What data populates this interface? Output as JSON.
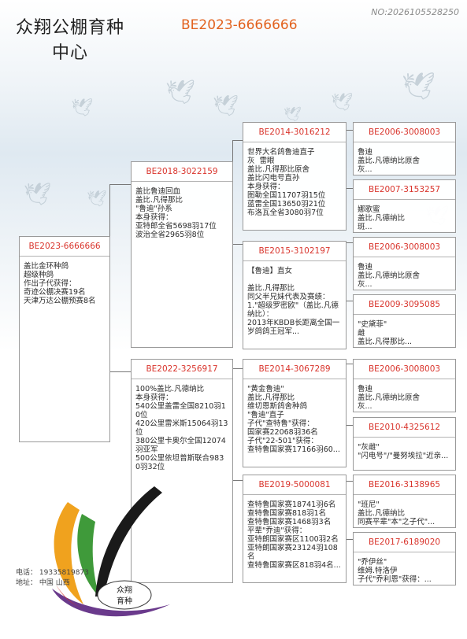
{
  "header": {
    "loft_name_line1": "众翔公棚育种",
    "loft_name_line2": "中心",
    "subject_ring": "BE2023-6666666",
    "serial_no": "NO:2026105528250"
  },
  "pedigree": {
    "subject": {
      "ring": "BE2023-6666666",
      "text": "盖比金环种鸽\n超级种鸽\n作出子代获得：\n奇迹公棚决赛19名\n天津万达公棚预赛8名"
    },
    "sire": {
      "ring": "BE2018-3022159",
      "text": "盖比鲁迪回血\n盖比.凡得那比\n\"鲁迪\"孙系\n本身获得：\n亚特郎全省5698羽17位\n波治全省2965羽8位"
    },
    "dam": {
      "ring": "BE2022-3256917",
      "text": "100%盖比.凡德纳比\n本身获得：\n540公里盖雷全国8210羽10位\n420公里雷米斯15064羽13位\n380公里卡奥尔全国12074羽亚军\n500公里依坦普斯联合9830羽32位"
    },
    "sire_sire": {
      "ring": "BE2014-3016212",
      "text": "世界大名鸽鲁迪直子\n灰  雷眼\n盖比.凡得那比原舍\n盖比闪电号直孙\n本身获得：\n图勒全国11707羽15位\n蓝雷全国13650羽21位\n布洛瓦全省3080羽7位"
    },
    "sire_dam": {
      "ring": "BE2015-3102197",
      "text": "【鲁迪】直女\n\n盖比.凡得那比\n同父半兄妹代表及赛绩：\n1.\"超级罗密欧\"（盖比.凡德纳比）：\n2013年KBDB长距离全国一岁鸽鸽王冠军..."
    },
    "dam_sire": {
      "ring": "BE2014-3067289",
      "text": "\"黄金鲁迪\"\n盖比.凡得那比\n维切恩斯鸽舍种鸽\n\"鲁迪\"直子\n子代\"查特鲁\"获得：\n国家赛22068羽36名\n子代\"22-501\"获得：\n查特鲁国家赛17166羽60..."
    },
    "dam_dam": {
      "ring": "BE2019-5000081",
      "text": "查特鲁国家赛18741羽6名\n查特鲁国家赛818羽1名\n查特鲁国家赛1468羽3名\n平辈\"乔迪\"获得：\n亚特朗国家赛区1100羽2名\n亚特朗国家赛23124羽108名\n查特鲁国家赛区818羽4名..."
    },
    "g3": [
      {
        "ring": "BE2006-3008003",
        "text": "鲁迪\n盖比.凡德纳比原舍\n灰..."
      },
      {
        "ring": "BE2007-3153257",
        "text": "娜歌蜜\n盖比.凡德纳比\n斑..."
      },
      {
        "ring": "BE2006-3008003",
        "text": "鲁迪\n盖比.凡德纳比原舍\n灰..."
      },
      {
        "ring": "BE2009-3095085",
        "text": "\"史黛菲\"\n雌\n盖比.凡得那比..."
      },
      {
        "ring": "BE2006-3008003",
        "text": "鲁迪\n盖比.凡德纳比原舍\n灰..."
      },
      {
        "ring": "BE2010-4325612",
        "text": "\"灰雌\"\n\"闪电号\"/\"曼努埃拉\"近亲..."
      },
      {
        "ring": "BE2016-3138965",
        "text": "\"班尼\"\n盖比.凡德纳比\n同赛平辈\"本\"之子代\"..."
      },
      {
        "ring": "BE2017-6189020",
        "text": "\"乔伊丝\"\n维姆.特洛伊\n子代\"乔利恩\"获得：..."
      }
    ]
  },
  "contact": {
    "phone_label": "电话：",
    "phone": "19335819873",
    "address_label": "地址：",
    "address": "中国  山西"
  },
  "logo": {
    "text_line1": "众翔",
    "text_line2": "育种",
    "colors": {
      "orange": "#f0a21e",
      "green": "#3f9a3a",
      "red": "#d6302a",
      "purple": "#6a3a8c",
      "black": "#1a1a1a"
    }
  }
}
